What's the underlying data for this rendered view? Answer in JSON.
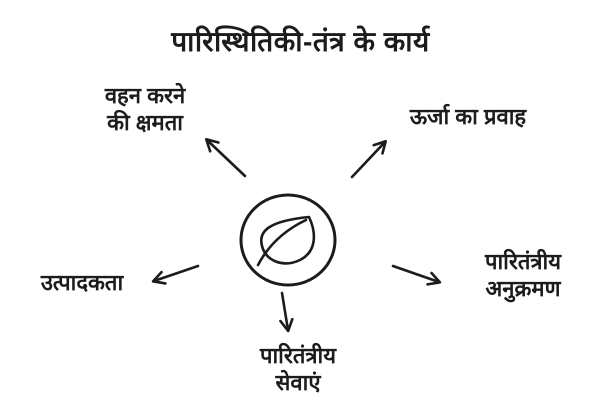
{
  "diagram": {
    "title": "पारिस्थितिकी-तंत्र के कार्य",
    "center": {
      "icon": "leaf-icon",
      "shape": "circle"
    },
    "nodes": {
      "carrying_capacity": {
        "label": "वहन करने की क्षमता",
        "lines": [
          "वहन करने",
          "की क्षमता"
        ],
        "position": "top-left"
      },
      "energy_flow": {
        "label": "ऊर्जा का प्रवाह",
        "lines": [
          "ऊर्जा का प्रवाह"
        ],
        "position": "top-right"
      },
      "productivity": {
        "label": "उत्पादकता",
        "lines": [
          "उत्पादकता"
        ],
        "position": "left"
      },
      "ecological_succession": {
        "label": "पारितंत्रीय अनुक्रमण",
        "lines": [
          "पारितंत्रीय",
          "अनुक्रमण"
        ],
        "position": "right"
      },
      "ecosystem_services": {
        "label": "पारितंत्रीय सेवाएं",
        "lines": [
          "पारितंत्रीय",
          "सेवाएं"
        ],
        "position": "bottom"
      }
    },
    "arrow_count": "5",
    "colors": {
      "ink": "#1c1c1c",
      "background": "#ffffff"
    }
  }
}
